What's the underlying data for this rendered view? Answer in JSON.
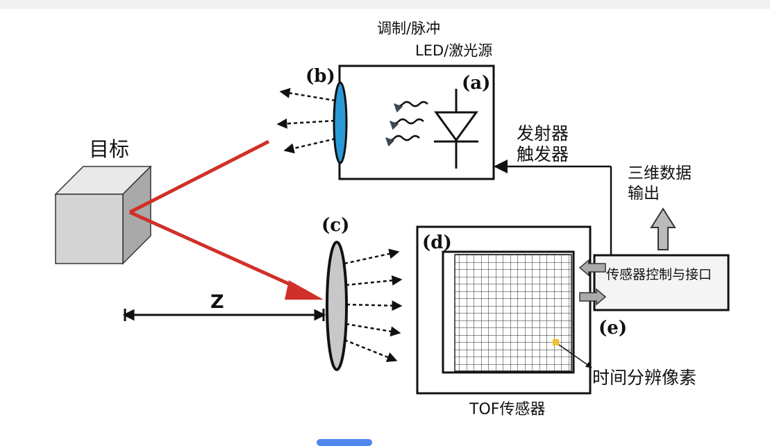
{
  "labels": {
    "modulation": "调制/脉冲",
    "source": "LED/激光源",
    "target": "目标",
    "emitter_trigger_line1": "发射器",
    "emitter_trigger_line2": "触发器",
    "output_line1": "三维数据",
    "output_line2": "输出",
    "controller": "传感器控制与接口",
    "pixel": "时间分辨像素",
    "sensor": "TOF传感器",
    "distance": "Z"
  },
  "tags": {
    "a": "(a)",
    "b": "(b)",
    "c": "(c)",
    "d": "(d)",
    "e": "(e)"
  },
  "colors": {
    "beam": "#d0302a",
    "lens_b": "#2a9ad6",
    "lens_c": "#c8c8c8",
    "pixel_highlight": "#f2c230"
  }
}
